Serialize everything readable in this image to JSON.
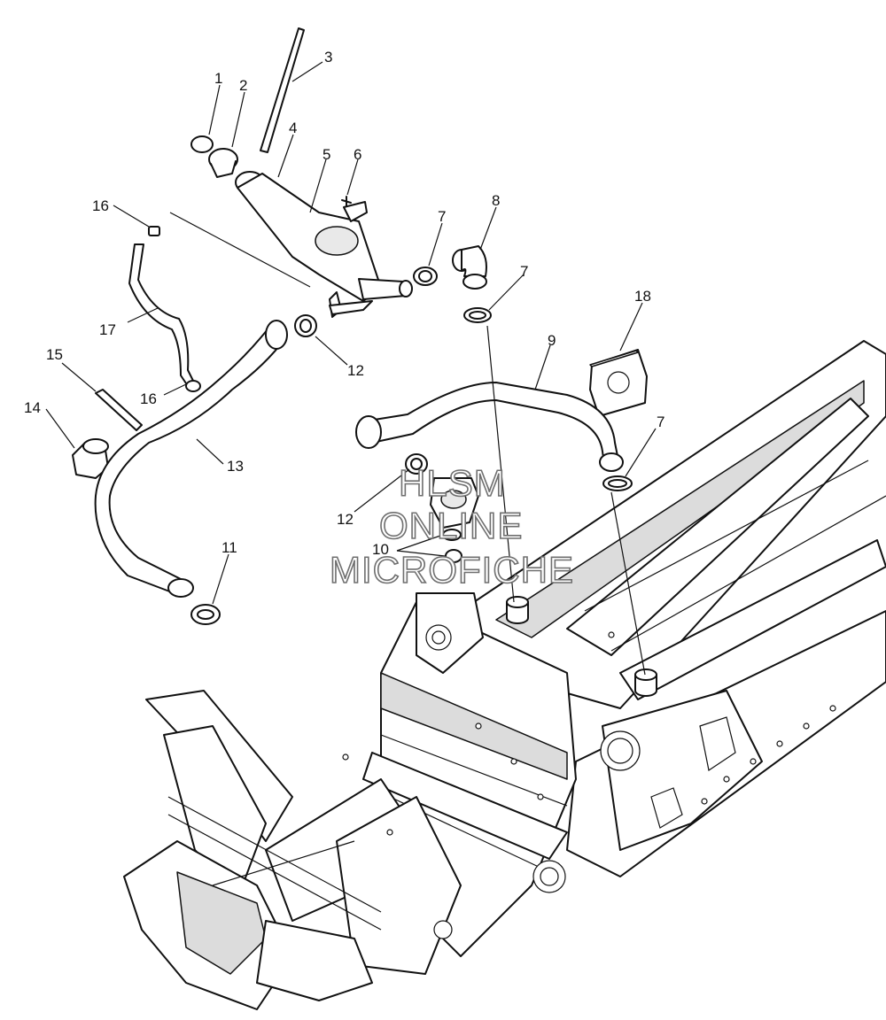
{
  "diagram": {
    "callouts": [
      "1",
      "2",
      "3",
      "4",
      "5",
      "6",
      "7",
      "8",
      "7",
      "9",
      "18",
      "16",
      "17",
      "15",
      "14",
      "16",
      "13",
      "12",
      "12",
      "7",
      "10",
      "11"
    ]
  },
  "watermark": {
    "line1": "HLSM",
    "line2": "ONLINE",
    "line3": "MICROFICHE",
    "color": "#6f6f6f"
  }
}
